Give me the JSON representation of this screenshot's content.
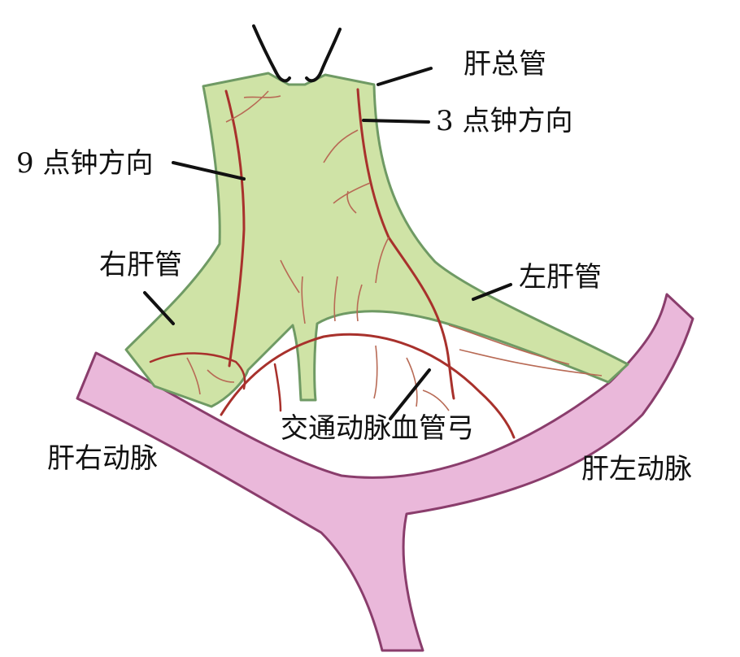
{
  "labels": {
    "common_hepatic_duct": "肝总管",
    "three_oclock": "3 点钟方向",
    "nine_oclock": "9 点钟方向",
    "right_hepatic_duct": "右肝管",
    "left_hepatic_duct": "左肝管",
    "communicating_arcade": "交通动脉血管弓",
    "right_hepatic_artery": "肝右动脉",
    "left_hepatic_artery": "肝左动脉"
  },
  "colors": {
    "duct_fill": "#cfe3a6",
    "duct_outline": "#6f9a64",
    "artery_fill": "#eab8da",
    "artery_outline": "#8a3d6c",
    "vessel": "#a8312c",
    "vessel_thin": "#b86a55",
    "leader": "#111111"
  }
}
